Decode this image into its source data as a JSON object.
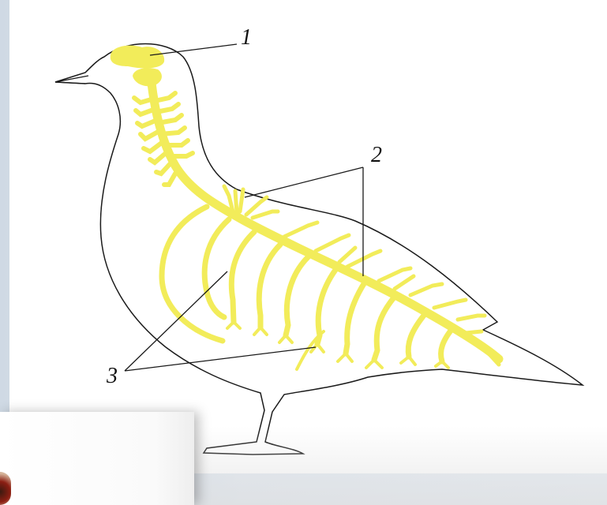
{
  "labels": {
    "label_1": "1",
    "label_2": "2",
    "label_3": "3"
  },
  "colors": {
    "nerve_yellow": "#f2ec5a",
    "outline": "#1a1a1a",
    "background": "#ffffff"
  }
}
